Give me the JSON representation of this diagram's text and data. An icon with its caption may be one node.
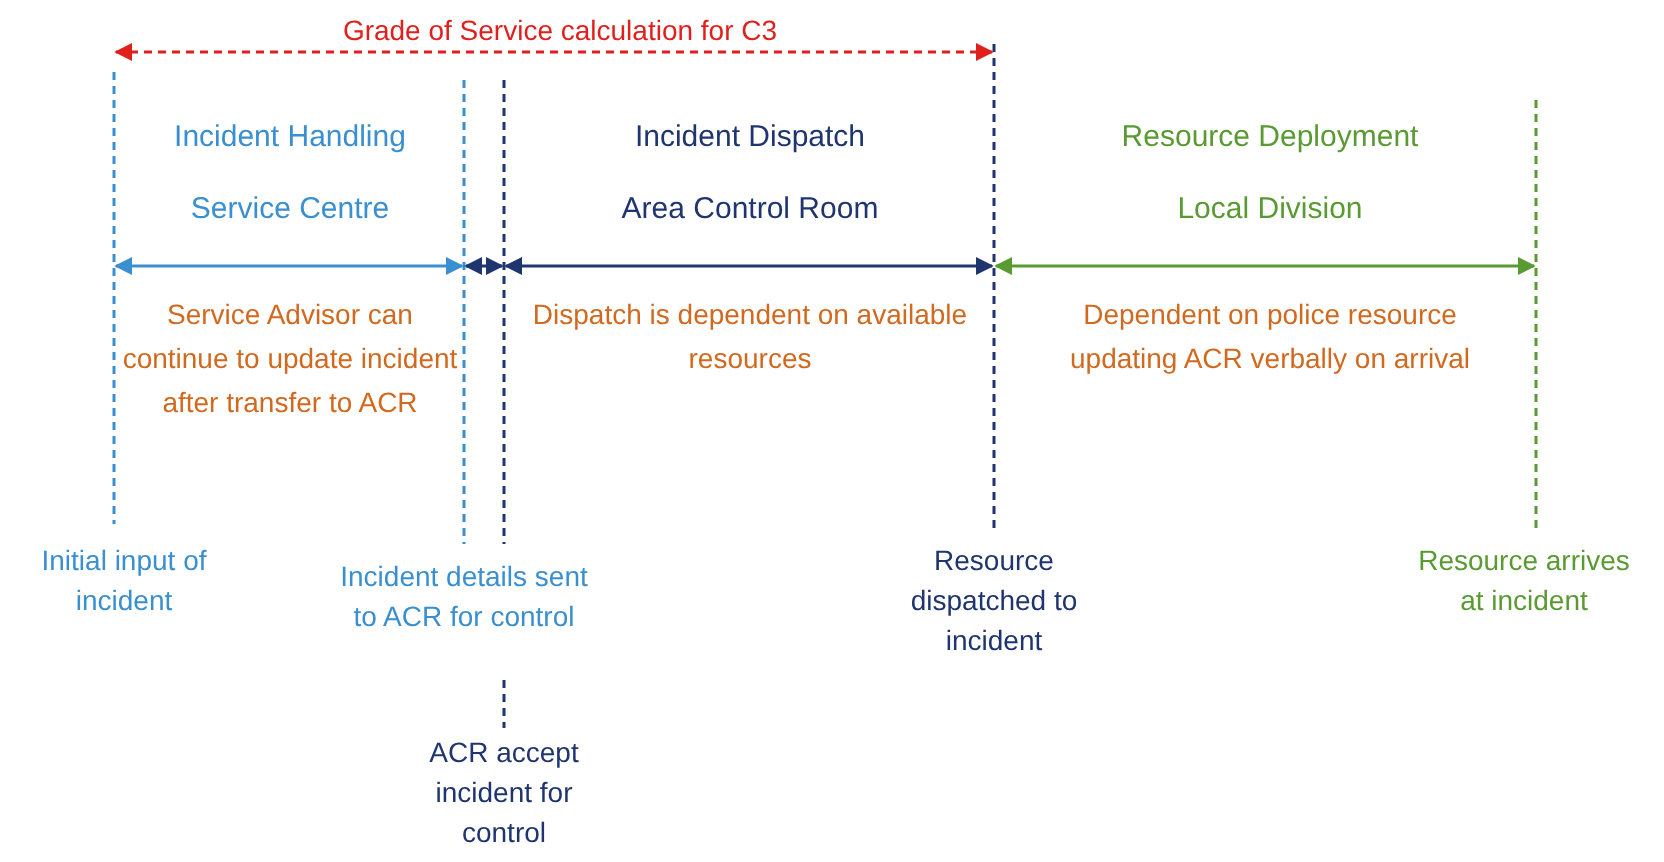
{
  "diagram": {
    "title": "Grade of Service calculation for C3",
    "labels": [
      "Incident Handling",
      "Incident Dispatch",
      "Resource Deployment",
      "Service Centre",
      "Area Control Room",
      "Local Division",
      "Service Advisor can continue to update incident after transfer to ACR",
      "Dispatch is dependent on available resources",
      "Dependent on police resource updating ACR verbally on arrival",
      "Initial input of incident",
      "Incident details sent to ACR for control",
      "Resource dispatched to incident",
      "Resource arrives at incident",
      "ACR accept incident for control"
    ]
  }
}
